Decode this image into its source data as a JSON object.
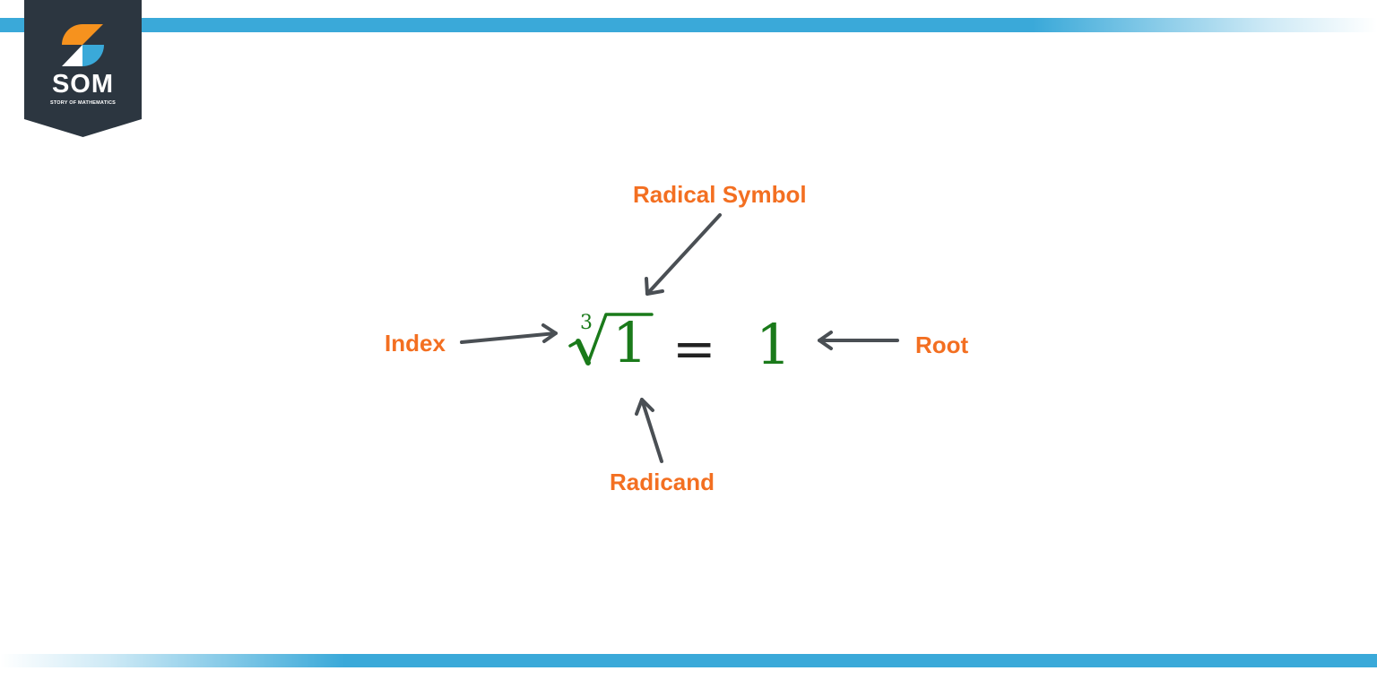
{
  "brand": {
    "name": "SOM",
    "tagline": "STORY OF MATHEMATICS",
    "colors": {
      "badge": "#2c3640",
      "orange": "#f6921e",
      "blue": "#3aa9d9"
    }
  },
  "colors": {
    "stripe": "#3aa9d9",
    "label": "#f36f21",
    "math": "#1a7a1a",
    "arrow": "#4a4f54"
  },
  "expression": {
    "index": "3",
    "radicand": "1",
    "equals": "=",
    "root": "1"
  },
  "labels": {
    "radical_symbol": "Radical Symbol",
    "index": "Index",
    "root": "Root",
    "radicand": "Radicand"
  }
}
